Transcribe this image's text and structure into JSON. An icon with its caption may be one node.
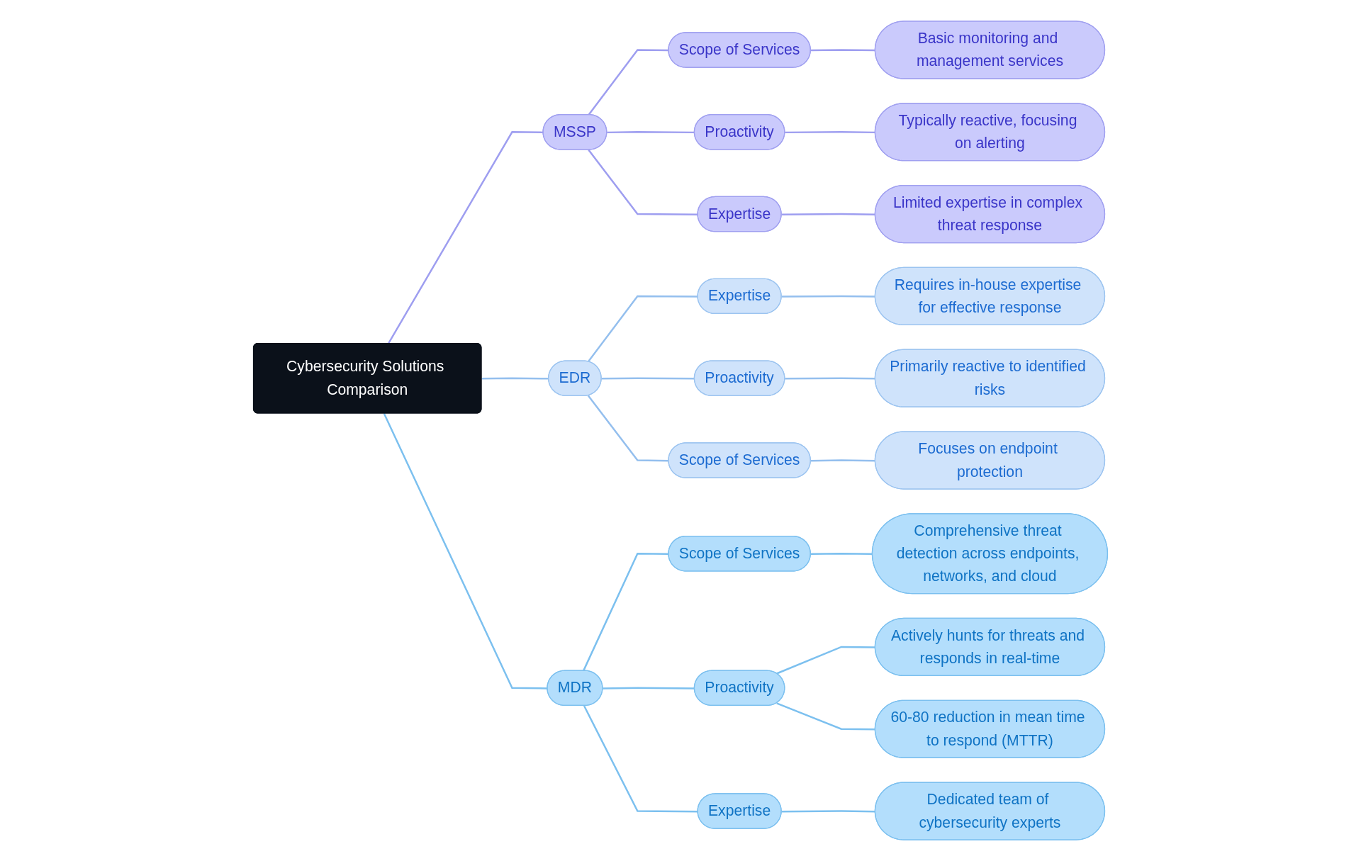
{
  "diagram": {
    "nodes": [
      {
        "text": [
          "Cybersecurity Solutions Comparison"
        ]
      },
      {
        "text": [
          "MSSP"
        ]
      },
      {
        "text": [
          "Scope of Services"
        ]
      },
      {
        "text": [
          "Basic monitoring and management services"
        ]
      },
      {
        "text": [
          "Proactivity"
        ]
      },
      {
        "text": [
          "Typically reactive, focusing on alerting"
        ]
      },
      {
        "text": [
          "Expertise"
        ]
      },
      {
        "text": [
          "Limited expertise in complex threat response"
        ]
      },
      {
        "text": [
          "EDR"
        ]
      },
      {
        "text": [
          "Expertise"
        ]
      },
      {
        "text": [
          "Requires in-house expertise for effective response"
        ]
      },
      {
        "text": [
          "Proactivity"
        ]
      },
      {
        "text": [
          "Primarily reactive to identified risks"
        ]
      },
      {
        "text": [
          "Scope of Services"
        ]
      },
      {
        "text": [
          "Focuses on endpoint protection"
        ]
      },
      {
        "text": [
          "MDR"
        ]
      },
      {
        "text": [
          "Scope of Services"
        ]
      },
      {
        "text": [
          "Comprehensive threat detection across endpoints, networks, and cloud"
        ]
      },
      {
        "text": [
          "Proactivity"
        ]
      },
      {
        "text": [
          "Actively hunts for threats and responds in real-time"
        ]
      },
      {
        "text": [
          "60-80 reduction in mean time to respond (MTTR)"
        ]
      },
      {
        "text": [
          "Expertise"
        ]
      },
      {
        "text": [
          "Dedicated team of cybersecurity experts"
        ]
      }
    ],
    "edges": [
      {
        "from": 0,
        "to": 1,
        "arrow": "none",
        "color": "#9e9ef0"
      },
      {
        "from": 1,
        "to": 2,
        "arrow": "none",
        "color": "#9e9ef0"
      },
      {
        "from": 2,
        "to": 3,
        "arrow": "none",
        "color": "#9e9ef0"
      },
      {
        "from": 1,
        "to": 4,
        "arrow": "none",
        "color": "#9e9ef0"
      },
      {
        "from": 4,
        "to": 5,
        "arrow": "none",
        "color": "#9e9ef0"
      },
      {
        "from": 1,
        "to": 6,
        "arrow": "none",
        "color": "#9e9ef0"
      },
      {
        "from": 6,
        "to": 7,
        "arrow": "none",
        "color": "#9e9ef0"
      },
      {
        "from": 0,
        "to": 8,
        "arrow": "none",
        "color": "#94bfee"
      },
      {
        "from": 8,
        "to": 9,
        "arrow": "none",
        "color": "#94bfee"
      },
      {
        "from": 9,
        "to": 10,
        "arrow": "none",
        "color": "#94bfee"
      },
      {
        "from": 8,
        "to": 11,
        "arrow": "none",
        "color": "#94bfee"
      },
      {
        "from": 11,
        "to": 12,
        "arrow": "none",
        "color": "#94bfee"
      },
      {
        "from": 8,
        "to": 13,
        "arrow": "none",
        "color": "#94bfee"
      },
      {
        "from": 13,
        "to": 14,
        "arrow": "none",
        "color": "#94bfee"
      },
      {
        "from": 0,
        "to": 15,
        "arrow": "none"
      },
      {
        "from": 15,
        "to": 16,
        "arrow": "none"
      },
      {
        "from": 16,
        "to": 17,
        "arrow": "none"
      },
      {
        "from": 15,
        "to": 18,
        "arrow": "none"
      },
      {
        "from": 18,
        "to": 19,
        "arrow": "none"
      },
      {
        "from": 18,
        "to": 20,
        "arrow": "none"
      },
      {
        "from": 15,
        "to": 21,
        "arrow": "none"
      },
      {
        "from": 21,
        "to": 22,
        "arrow": "none"
      }
    ]
  }
}
